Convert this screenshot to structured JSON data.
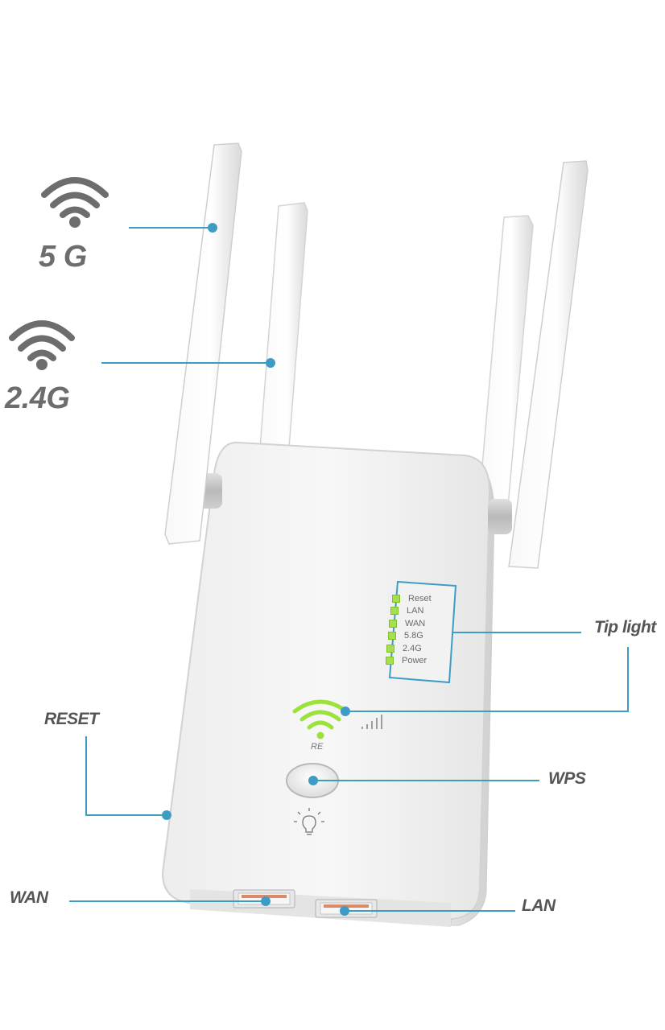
{
  "bands": {
    "five": "5 G",
    "two_four": "2.4G"
  },
  "callouts": {
    "tip_light": "Tip light",
    "reset": "RESET",
    "wps": "WPS",
    "wan": "WAN",
    "lan": "LAN"
  },
  "indicator_panel": {
    "items": [
      "Reset",
      "LAN",
      "WAN",
      "5.8G",
      "2.4G",
      "Power"
    ]
  },
  "device": {
    "re_label": "RE"
  },
  "colors": {
    "callout_line": "#3e9cc4",
    "wifi_signal_green": "#9be23b",
    "indicator_border": "#3e9cc4",
    "led_green": "#a7e04a"
  },
  "icons": [
    "wifi-icon",
    "wifi-icon",
    "wifi-signal-icon",
    "signal-bars-icon",
    "bulb-icon"
  ]
}
